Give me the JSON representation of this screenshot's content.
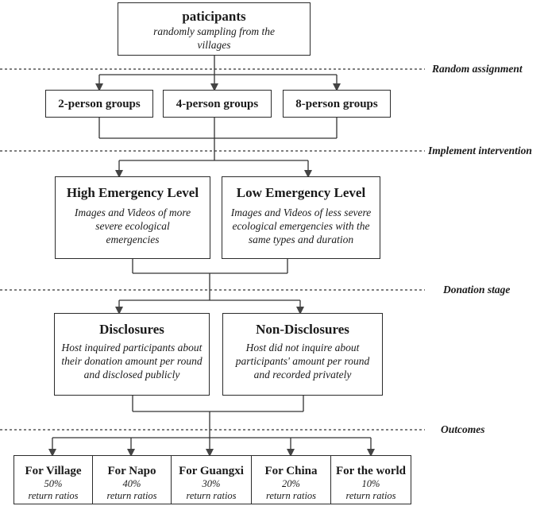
{
  "participants": {
    "title": "paticipants",
    "desc": "randomly sampling from the villages"
  },
  "stages": {
    "random_assignment": "Random assignment",
    "implement_intervention": "Implement intervention",
    "donation_stage": "Donation stage",
    "outcomes": "Outcomes"
  },
  "groups": [
    "2-person groups",
    "4-person groups",
    "8-person groups"
  ],
  "emergency": {
    "high": {
      "title": "High Emergency Level",
      "desc": "Images and Videos of more severe ecological emergencies"
    },
    "low": {
      "title": "Low Emergency Level",
      "desc": "Images and Videos of less severe ecological emergencies with the same types and duration"
    }
  },
  "disclosure": {
    "yes": {
      "title": "Disclosures",
      "desc": "Host inquired participants about their donation amount per round and disclosed publicly"
    },
    "no": {
      "title": "Non-Disclosures",
      "desc": "Host did not inquire about participants' amount per round and recorded privately"
    }
  },
  "outcomes": [
    {
      "title": "For Village",
      "ratio": "50%",
      "label": "return ratios"
    },
    {
      "title": "For Napo",
      "ratio": "40%",
      "label": "return ratios"
    },
    {
      "title": "For Guangxi",
      "ratio": "30%",
      "label": "return ratios"
    },
    {
      "title": "For China",
      "ratio": "20%",
      "label": "return ratios"
    },
    {
      "title": "For the world",
      "ratio": "10%",
      "label": "return ratios"
    }
  ]
}
